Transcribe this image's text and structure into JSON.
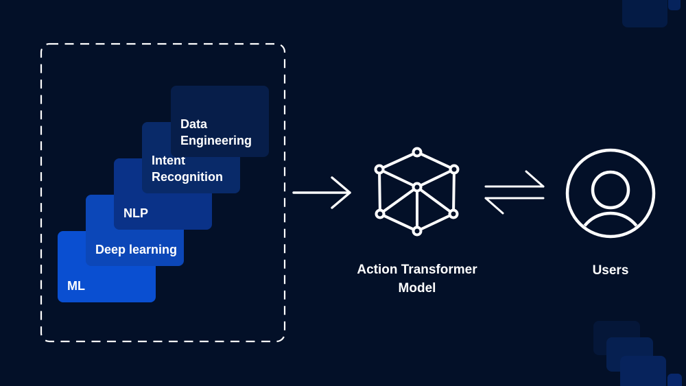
{
  "colors": {
    "background": "#031028",
    "stroke": "#ffffff",
    "text": "#ffffff"
  },
  "capability_stack": {
    "cards": [
      {
        "label": "ML",
        "color": "#0a4fd1"
      },
      {
        "label": "Deep learning",
        "color": "#0c47b8"
      },
      {
        "label": "NLP",
        "color": "#0a3288"
      },
      {
        "label": "Intent Recognition",
        "color": "#092a69"
      },
      {
        "label": "Data Engineering",
        "color": "#071e4a"
      }
    ]
  },
  "connectors": {
    "input_arrow_icon": "arrow-right-icon",
    "exchange_icon": "bidirectional-harpoon-arrows-icon"
  },
  "model": {
    "icon": "cube-network-icon",
    "label_lines": [
      "Action Transformer",
      "Model"
    ]
  },
  "users": {
    "icon": "user-circle-icon",
    "label": "Users"
  },
  "decor": {
    "top_right": [
      "#041b45",
      "#06235c"
    ],
    "bottom_right": [
      "#051739",
      "#062051",
      "#07235c",
      "#08276b"
    ]
  }
}
